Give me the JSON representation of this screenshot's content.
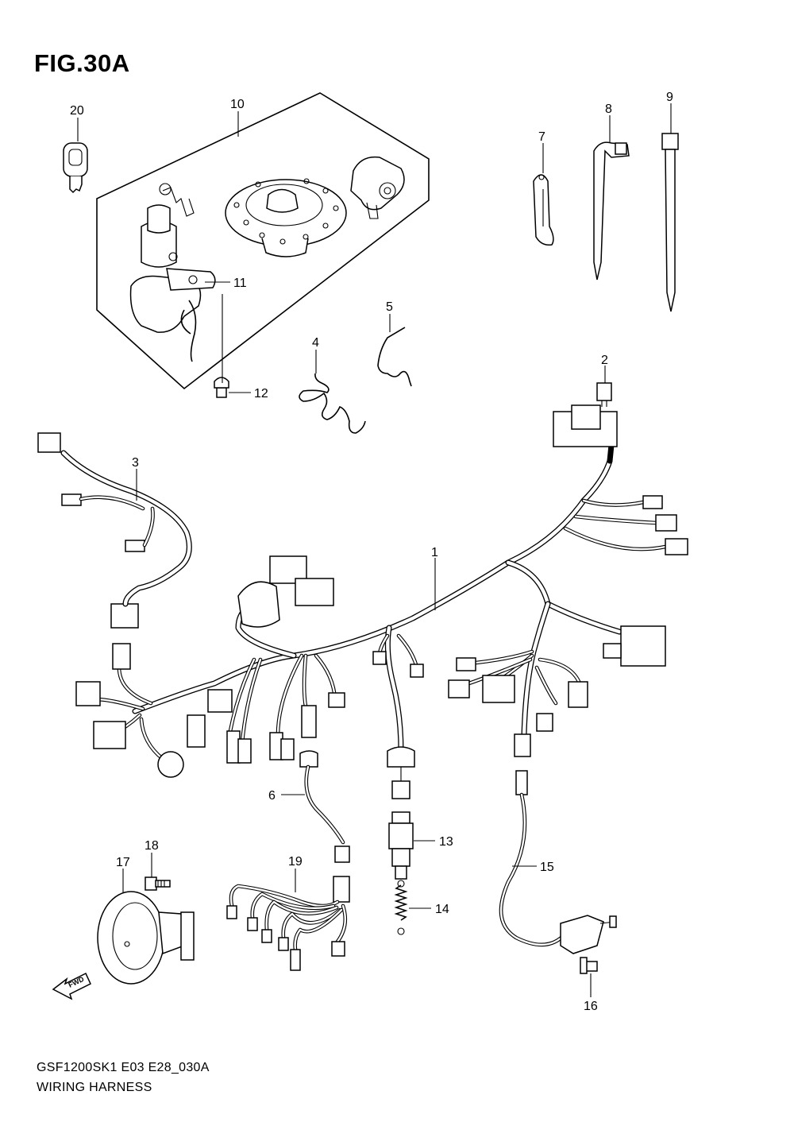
{
  "figure": {
    "title": "FIG.30A",
    "model_code": "GSF1200SK1 E03 E28_030A",
    "caption": "WIRING HARNESS"
  },
  "fwd_label": "FWD",
  "callouts": [
    {
      "id": "c1",
      "label": "1"
    },
    {
      "id": "c2",
      "label": "2"
    },
    {
      "id": "c3",
      "label": "3"
    },
    {
      "id": "c4",
      "label": "4"
    },
    {
      "id": "c5",
      "label": "5"
    },
    {
      "id": "c6",
      "label": "6"
    },
    {
      "id": "c7",
      "label": "7"
    },
    {
      "id": "c8",
      "label": "8"
    },
    {
      "id": "c9",
      "label": "9"
    },
    {
      "id": "c10",
      "label": "10"
    },
    {
      "id": "c11",
      "label": "11"
    },
    {
      "id": "c12",
      "label": "12"
    },
    {
      "id": "c13",
      "label": "13"
    },
    {
      "id": "c14",
      "label": "14"
    },
    {
      "id": "c15",
      "label": "15"
    },
    {
      "id": "c16",
      "label": "16"
    },
    {
      "id": "c17",
      "label": "17"
    },
    {
      "id": "c18",
      "label": "18"
    },
    {
      "id": "c19",
      "label": "19"
    },
    {
      "id": "c20",
      "label": "20"
    }
  ]
}
